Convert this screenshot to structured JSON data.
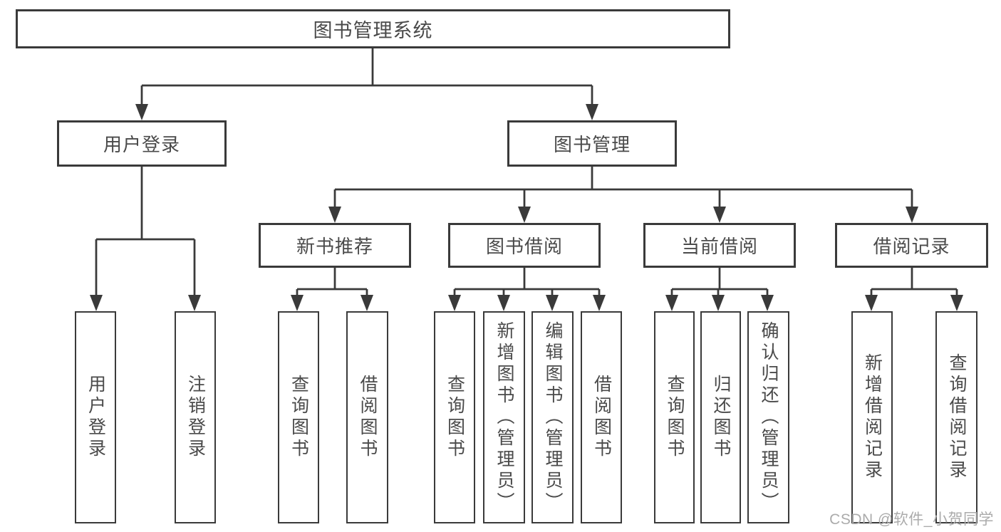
{
  "tree": {
    "label": "图书管理系统",
    "children": [
      {
        "label": "用户登录",
        "children": [
          {
            "label": "用户登录"
          },
          {
            "label": "注销登录"
          }
        ]
      },
      {
        "label": "图书管理",
        "children": [
          {
            "label": "新书推荐",
            "children": [
              {
                "label": "查询图书"
              },
              {
                "label": "借阅图书"
              }
            ]
          },
          {
            "label": "图书借阅",
            "children": [
              {
                "label": "查询图书"
              },
              {
                "label": "新增图书（管理员）"
              },
              {
                "label": "编辑图书（管理员）"
              },
              {
                "label": "借阅图书"
              }
            ]
          },
          {
            "label": "当前借阅",
            "children": [
              {
                "label": "查询图书"
              },
              {
                "label": "归还图书"
              },
              {
                "label": "确认归还（管理员）"
              }
            ]
          },
          {
            "label": "借阅记录",
            "children": [
              {
                "label": "新增借阅记录"
              },
              {
                "label": "查询借阅记录"
              }
            ]
          }
        ]
      }
    ]
  },
  "watermark": {
    "text": "CSDN @软件_小贺同学"
  },
  "colors": {
    "line": "#3a3a3a",
    "text": "#4a4a4a",
    "box_background": "#ffffff",
    "watermark": "#ababab"
  }
}
